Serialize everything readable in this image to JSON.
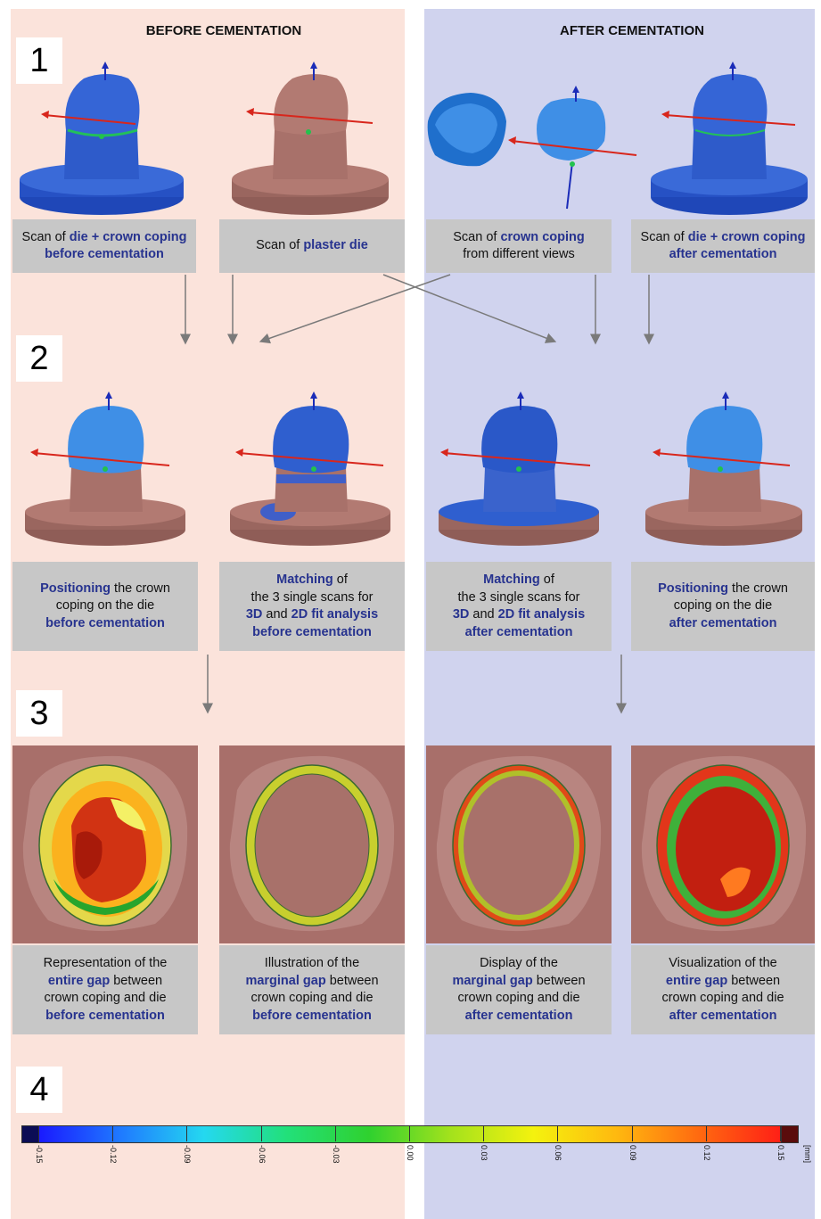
{
  "headers": {
    "before": "BEFORE CEMENTATION",
    "after": "AFTER CEMENTATION"
  },
  "steps": [
    "1",
    "2",
    "3",
    "4"
  ],
  "row1_captions": [
    [
      [
        "t",
        "Scan of "
      ],
      [
        "b",
        "die + crown coping"
      ],
      [
        "br"
      ],
      [
        "b",
        "before cementation"
      ]
    ],
    [
      [
        "t",
        "Scan of "
      ],
      [
        "b",
        "plaster die"
      ]
    ],
    [
      [
        "t",
        "Scan of "
      ],
      [
        "b",
        "crown coping"
      ],
      [
        "br"
      ],
      [
        "t",
        "from different views"
      ]
    ],
    [
      [
        "t",
        "Scan of "
      ],
      [
        "b",
        "die + crown coping"
      ],
      [
        "br"
      ],
      [
        "b",
        "after cementation"
      ]
    ]
  ],
  "row2_captions": [
    [
      [
        "b",
        "Positioning"
      ],
      [
        "t",
        " the crown"
      ],
      [
        "br"
      ],
      [
        "t",
        "coping on the die"
      ],
      [
        "br"
      ],
      [
        "b",
        "before cementation"
      ]
    ],
    [
      [
        "b",
        "Matching"
      ],
      [
        "t",
        " of"
      ],
      [
        "br"
      ],
      [
        "t",
        "the 3 single scans for"
      ],
      [
        "br"
      ],
      [
        "b",
        "3D"
      ],
      [
        "t",
        " and "
      ],
      [
        "b",
        "2D fit analysis"
      ],
      [
        "br"
      ],
      [
        "b",
        "before cementation"
      ]
    ],
    [
      [
        "b",
        "Matching"
      ],
      [
        "t",
        " of"
      ],
      [
        "br"
      ],
      [
        "t",
        "the 3 single scans for"
      ],
      [
        "br"
      ],
      [
        "b",
        "3D"
      ],
      [
        "t",
        " and "
      ],
      [
        "b",
        "2D fit analysis"
      ],
      [
        "br"
      ],
      [
        "b",
        "after cementation"
      ]
    ],
    [
      [
        "b",
        "Positioning"
      ],
      [
        "t",
        " the crown"
      ],
      [
        "br"
      ],
      [
        "t",
        "coping on the die"
      ],
      [
        "br"
      ],
      [
        "b",
        "after cementation"
      ]
    ]
  ],
  "row3_captions": [
    [
      [
        "t",
        "Representation of the"
      ],
      [
        "br"
      ],
      [
        "b",
        "entire gap"
      ],
      [
        "t",
        " between"
      ],
      [
        "br"
      ],
      [
        "t",
        "crown coping and die"
      ],
      [
        "br"
      ],
      [
        "b",
        "before cementation"
      ]
    ],
    [
      [
        "t",
        "Illustration of the"
      ],
      [
        "br"
      ],
      [
        "b",
        "marginal gap"
      ],
      [
        "t",
        " between"
      ],
      [
        "br"
      ],
      [
        "t",
        "crown coping and die"
      ],
      [
        "br"
      ],
      [
        "b",
        "before cementation"
      ]
    ],
    [
      [
        "t",
        "Display of the"
      ],
      [
        "br"
      ],
      [
        "b",
        "marginal gap"
      ],
      [
        "t",
        " between"
      ],
      [
        "br"
      ],
      [
        "t",
        "crown coping and die"
      ],
      [
        "br"
      ],
      [
        "b",
        "after cementation"
      ]
    ],
    [
      [
        "t",
        "Visualization of the"
      ],
      [
        "br"
      ],
      [
        "b",
        "entire gap"
      ],
      [
        "t",
        " between"
      ],
      [
        "br"
      ],
      [
        "t",
        "crown coping and die"
      ],
      [
        "br"
      ],
      [
        "b",
        "after cementation"
      ]
    ]
  ],
  "scale": {
    "ticks": [
      "-0.15",
      "-0.12",
      "-0.09",
      "-0.06",
      "-0.03",
      "0.00",
      "0.03",
      "0.06",
      "0.09",
      "0.12",
      "0.15"
    ],
    "unit": "[mm]",
    "gradient_colors": [
      "#1a1aff",
      "#1f7bff",
      "#24d8f0",
      "#22e07a",
      "#2fd12f",
      "#a4e21c",
      "#f4f20e",
      "#ffb90f",
      "#ff6a10",
      "#ff1f16"
    ],
    "low_color": "#0b0d55",
    "high_color": "#5a0c0c"
  },
  "colors": {
    "accent_text": "#27338f",
    "before_bg": "#fbe3db",
    "after_bg": "#d0d3ee",
    "caption_bg": "#c7c7c7",
    "die_color": "#b27a72",
    "scan_blue": "#2f5fcf",
    "coping_blue": "#3f8fe6"
  }
}
